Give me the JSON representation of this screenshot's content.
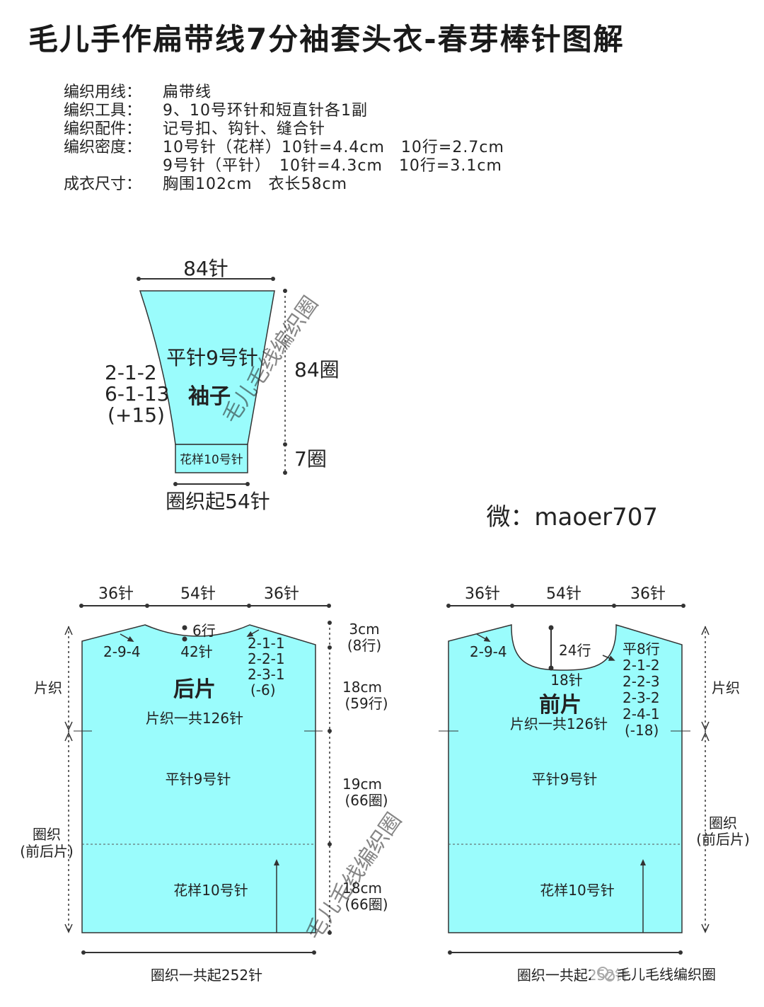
{
  "title": "毛儿手作扁带线7分袖套头衣-春芽棒针图解",
  "specs": [
    {
      "label": "编织用线：",
      "value": "扁带线"
    },
    {
      "label": "编织工具：",
      "value": "9、10号环针和短直针各1副"
    },
    {
      "label": "编织配件：",
      "value": "记号扣、钩针、缝合针"
    },
    {
      "label": "编织密度：",
      "value": "10号针（花样）10针=4.4cm　10行=2.7cm"
    },
    {
      "label": "",
      "value": "9号针（平针）　10针=4.3cm　10行=3.1cm"
    },
    {
      "label": "成衣尺寸：",
      "value": "胸围102cm　衣长58cm"
    }
  ],
  "colors": {
    "fabric": "#9afcfc",
    "line": "#333333"
  },
  "sleeve": {
    "top_width": "84针",
    "body_text": "平针9号针",
    "name": "袖子",
    "increase": [
      "2-1-2",
      "6-1-13",
      "(+15)"
    ],
    "body_rows": "84圈",
    "cuff_text": "花样10号针",
    "cuff_rows": "7圈",
    "cast_on": "圈织起54针"
  },
  "watermark": {
    "wechat": "微：maoer707",
    "diag": "毛儿毛线编织圈",
    "brand": "毛儿毛线编织圈"
  },
  "back": {
    "shoulder_left": "36针",
    "neck": "54针",
    "shoulder_right": "36针",
    "neck_rows": "6行",
    "neck_bottom": "42针",
    "shoulder_dec": "2-9-4",
    "neck_dec": [
      "2-1-1",
      "2-2-1",
      "2-3-1",
      "(-6)"
    ],
    "name": "后片",
    "total": "片织一共126针",
    "body_text": "平针9号针",
    "hem_text": "花样10号针",
    "cast_on": "圈织一共起252针",
    "flat_label": "片织",
    "round_label": [
      "圈织",
      "(前后片)"
    ],
    "dims": [
      {
        "cm": "3cm",
        "rows": "(8行)"
      },
      {
        "cm": "18cm",
        "rows": "(59行)"
      },
      {
        "cm": "19cm",
        "rows": "(66圈)"
      },
      {
        "cm": "18cm",
        "rows": "(66圈)"
      }
    ]
  },
  "front": {
    "shoulder_left": "36针",
    "neck": "54针",
    "shoulder_right": "36针",
    "neck_rows": "24行",
    "neck_bottom": "18针",
    "shoulder_dec": "2-9-4",
    "neck_dec": [
      "平8行",
      "2-1-2",
      "2-2-3",
      "2-3-2",
      "2-4-1",
      "(-18)"
    ],
    "name": "前片",
    "total": "片织一共126针",
    "body_text": "平针9号针",
    "hem_text": "花样10号针",
    "cast_on": "圈织一共起252针",
    "flat_label": "片织",
    "round_label": [
      "圈织",
      "(前后片)"
    ]
  }
}
